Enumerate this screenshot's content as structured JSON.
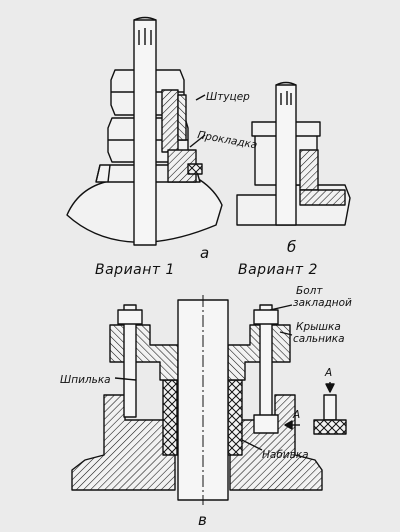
{
  "labels": {
    "shtutser": "Штуцер",
    "prokladka": "Прокладка",
    "bolt_line1": "Болт",
    "bolt_line2": "закладной",
    "kryshka_line1": "Крышка",
    "kryshka_line2": "сальника",
    "shpilka": "Шпилька",
    "nabivka": "Набивка",
    "view_a_title": "А",
    "view_a_arrow": "А"
  },
  "captions": {
    "a": "а",
    "b": "б",
    "v": "в",
    "variant1": "Вариант 1",
    "variant2": "Вариант 2"
  },
  "colors": {
    "background": "#ebebeb",
    "ink": "#111111"
  }
}
